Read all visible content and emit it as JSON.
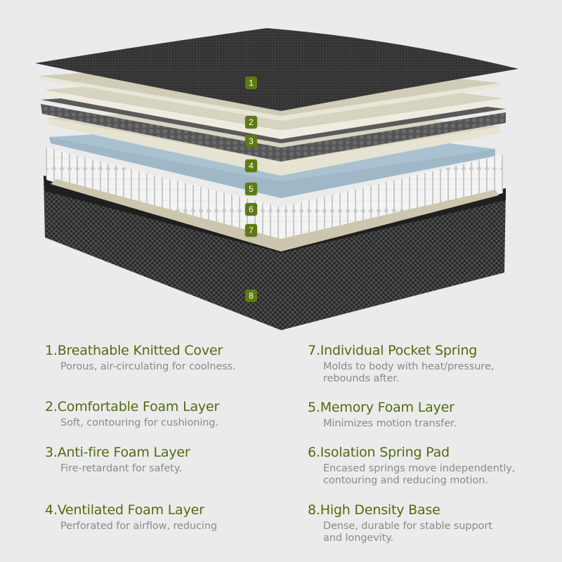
{
  "colors": {
    "background": "#ebebeb",
    "badge": "#5d7a14",
    "title_text": "#4f6b12",
    "desc_text": "#8a8a8a",
    "cover": "#3a3a3a",
    "foam_cream": "#e3e1d2",
    "foam_gray": "#5a5a5a",
    "foam_blue": "#9fb8c8",
    "springs": "#f2f2f2",
    "base": "#2b2b2b"
  },
  "layers": [
    {
      "number": "1",
      "name": "knitted-cover"
    },
    {
      "number": "2",
      "name": "comfort-foam"
    },
    {
      "number": "3",
      "name": "anti-fire-foam"
    },
    {
      "number": "4",
      "name": "ventilated-foam"
    },
    {
      "number": "5",
      "name": "memory-foam"
    },
    {
      "number": "6",
      "name": "isolation-pad"
    },
    {
      "number": "7",
      "name": "pocket-springs"
    },
    {
      "number": "8",
      "name": "high-density-base"
    }
  ],
  "features": {
    "left": [
      {
        "title": "1.Breathable Knitted Cover",
        "desc": "Porous, air-circulating for coolness."
      },
      {
        "title": "2.Comfortable Foam Layer",
        "desc": "Soft, contouring for cushioning."
      },
      {
        "title": "3.Anti-fire Foam Layer",
        "desc": "Fire-retardant for safety."
      },
      {
        "title": "4.Ventilated Foam Layer",
        "desc": "Perforated for airflow, reducing"
      }
    ],
    "right": [
      {
        "title": "7.Individual Pocket Spring",
        "desc": "Molds to body with heat/pressure,\nrebounds after."
      },
      {
        "title": "5.Memory Foam Layer",
        "desc": "Minimizes motion transfer."
      },
      {
        "title": "6.Isolation Spring Pad",
        "desc": "Encased springs move independently,\ncontouring and reducing motion."
      },
      {
        "title": "8.High Density Base",
        "desc": "Dense, durable for stable support\nand longevity."
      }
    ]
  }
}
